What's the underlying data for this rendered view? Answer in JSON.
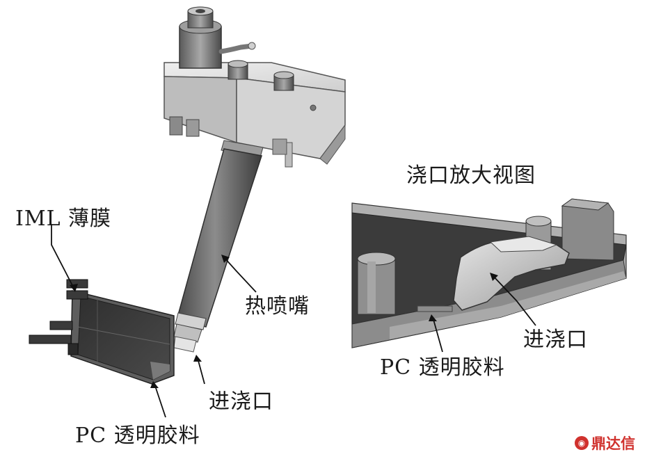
{
  "labels": {
    "iml_film": "IML 薄膜",
    "hot_nozzle": "热喷嘴",
    "gate_left": "进浇口",
    "pc_left": "PC 透明胶料",
    "zoom_title": "浇口放大视图",
    "gate_right": "进浇口",
    "pc_right": "PC 透明胶料"
  },
  "watermark": "鼎达信",
  "colors": {
    "text": "#1a1a1a",
    "metal_light": "#d9d9d9",
    "metal_mid": "#9a9a9a",
    "metal_dark": "#4a4a4a",
    "part_dark": "#3a3a3a",
    "watermark": "#d0312d"
  }
}
